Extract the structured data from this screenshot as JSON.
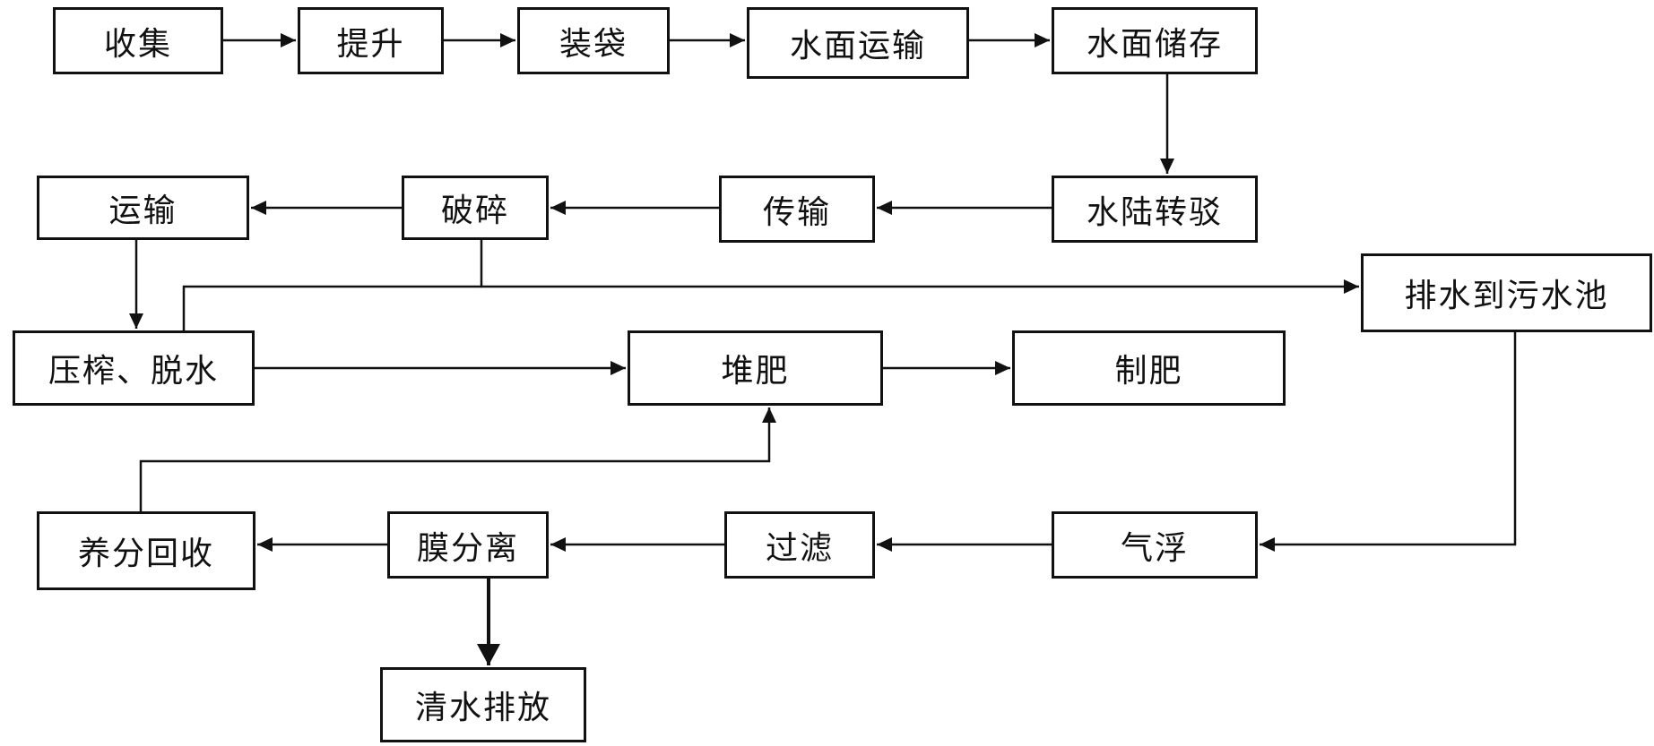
{
  "nodes": {
    "collect": "收集",
    "lift": "提升",
    "bag": "装袋",
    "water_transport": "水面运输",
    "water_storage": "水面储存",
    "land_transfer": "水陆转驳",
    "convey": "传输",
    "crush": "破碎",
    "transport": "运输",
    "press_dewater": "压榨、脱水",
    "compost": "堆肥",
    "fertilizer": "制肥",
    "drain_to_pool": "排水到污水池",
    "air_float": "气浮",
    "filter": "过滤",
    "membrane": "膜分离",
    "nutrient_recovery": "养分回收",
    "clean_discharge": "清水排放"
  },
  "edges": [
    {
      "from": "collect",
      "to": "lift"
    },
    {
      "from": "lift",
      "to": "bag"
    },
    {
      "from": "bag",
      "to": "water_transport"
    },
    {
      "from": "water_transport",
      "to": "water_storage"
    },
    {
      "from": "water_storage",
      "to": "land_transfer"
    },
    {
      "from": "land_transfer",
      "to": "convey"
    },
    {
      "from": "convey",
      "to": "crush"
    },
    {
      "from": "crush",
      "to": "transport"
    },
    {
      "from": "transport",
      "to": "press_dewater"
    },
    {
      "from": "crush",
      "to": "drain_to_pool"
    },
    {
      "from": "press_dewater",
      "to": "drain_to_pool"
    },
    {
      "from": "press_dewater",
      "to": "compost"
    },
    {
      "from": "compost",
      "to": "fertilizer"
    },
    {
      "from": "drain_to_pool",
      "to": "air_float"
    },
    {
      "from": "air_float",
      "to": "filter"
    },
    {
      "from": "filter",
      "to": "membrane"
    },
    {
      "from": "membrane",
      "to": "nutrient_recovery"
    },
    {
      "from": "nutrient_recovery",
      "to": "compost"
    },
    {
      "from": "membrane",
      "to": "clean_discharge"
    }
  ],
  "colors": {
    "line": "#111111",
    "background": "#ffffff"
  }
}
